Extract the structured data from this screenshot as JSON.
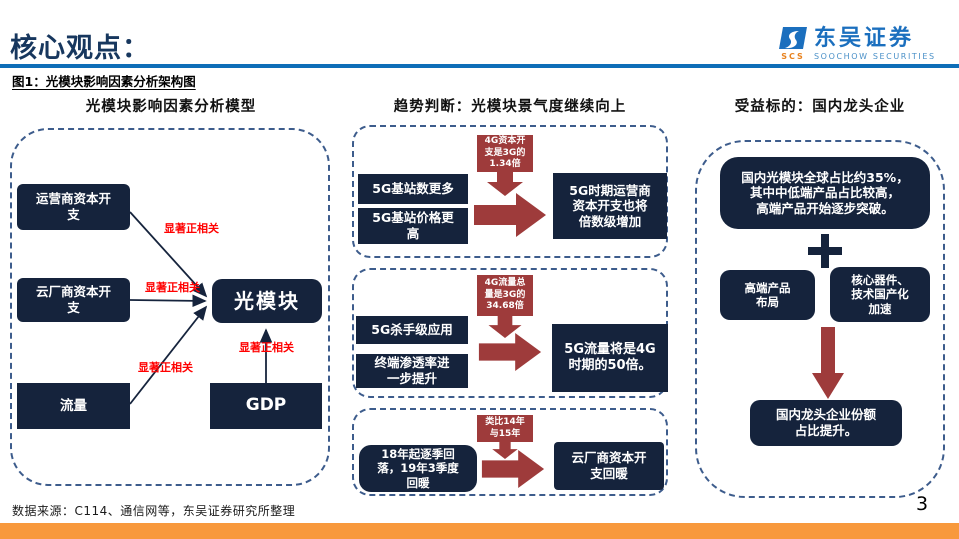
{
  "colors": {
    "navy_box": "#15233C",
    "brick_red": "#9E3B3B",
    "edge_label_red": "#FF0000",
    "divider_blue": "#0E6EB8",
    "orange_bar": "#F8993C",
    "title_navy": "#17375E",
    "dashed_border": "#3D5C8C",
    "logo_blue": "#1B6FBE"
  },
  "header": {
    "title": "核心观点：",
    "figure_caption": "图1：光模块影响因素分析架构图",
    "logo": {
      "cn": "东吴证券",
      "en": "SOOCHOW SECURITIES",
      "badge": "SCS"
    }
  },
  "left": {
    "title": "光模块影响因素分析模型",
    "nodes": {
      "operator": "运营商资本开\n支",
      "cloud": "云厂商资本开\n支",
      "traffic": "流量",
      "gdp": "GDP",
      "module": "光模块"
    },
    "edge_labels": [
      "显著正相关",
      "显著正相关",
      "显著正相关",
      "显著正相关"
    ]
  },
  "middle": {
    "title": "趋势判断：光模块景气度继续向上",
    "rows": [
      {
        "badge": "4G资本开\n支是3G的\n1.34倍",
        "causes": [
          "5G基站数更多",
          "5G基站价格更\n高"
        ],
        "result": "5G时期运营商\n资本开支也将\n倍数级增加"
      },
      {
        "badge": "4G流量总\n量是3G的\n34.68倍",
        "causes": [
          "5G杀手级应用",
          "终端渗透率进\n一步提升"
        ],
        "result": "5G流量将是4G\n时期的50倍。"
      },
      {
        "badge": "类比14年\n与15年",
        "causes": [
          "18年起逐季回\n落，19年3季度\n回暖"
        ],
        "result": "云厂商资本开\n支回暖"
      }
    ]
  },
  "right": {
    "title": "受益标的：国内龙头企业",
    "summary": "国内光模块全球占比约35%，\n其中中低端产品占比较高，\n高端产品开始逐步突破。",
    "factors": [
      "高端产品\n布局",
      "核心器件、\n技术国产化\n加速"
    ],
    "conclusion": "国内龙头企业份额\n占比提升。"
  },
  "footer": {
    "source": "数据来源：C114、通信网等，东吴证券研究所整理",
    "page": "3"
  }
}
